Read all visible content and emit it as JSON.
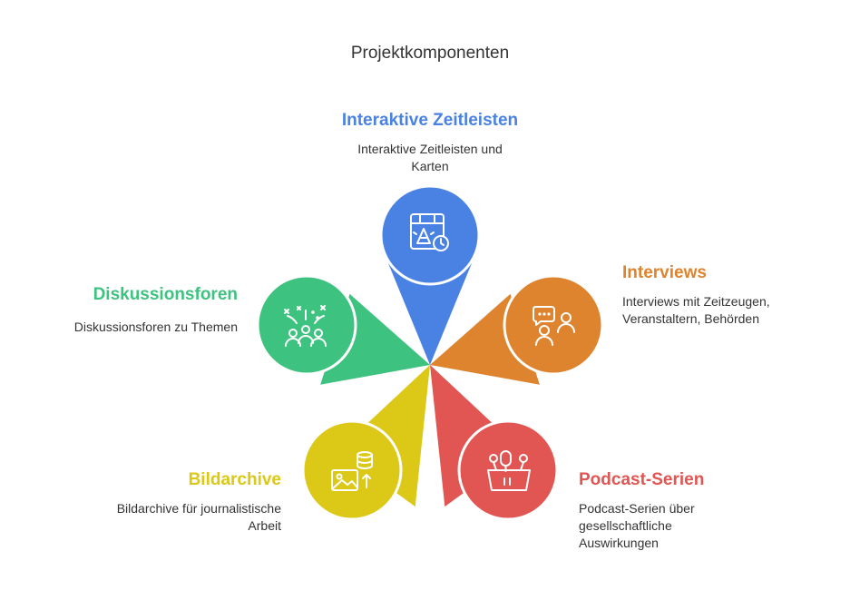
{
  "title": "Projektkomponenten",
  "components": [
    {
      "id": "timelines",
      "heading": "Interaktive Zeitleisten",
      "description": "Interaktive Zeitleisten und Karten",
      "icon": "timeline-map-clock-icon",
      "color": "#4A82E4"
    },
    {
      "id": "interviews",
      "heading": "Interviews",
      "description": "Interviews mit Zeitzeugen, Veranstaltern, Behörden",
      "icon": "speech-bubble-people-icon",
      "color": "#DE832E"
    },
    {
      "id": "podcasts",
      "heading": "Podcast-Serien",
      "description": "Podcast-Serien über gesellschaftliche Auswirkungen",
      "icon": "microphone-podium-icon",
      "color": "#E15552"
    },
    {
      "id": "image-archives",
      "heading": "Bildarchive",
      "description": "Bildarchive für journalistische Arbeit",
      "icon": "image-database-icon",
      "color": "#DCC816"
    },
    {
      "id": "forums",
      "heading": "Diskussionsforen",
      "description": "Diskussionsforen zu Themen",
      "icon": "group-discussion-icon",
      "color": "#3EC27F"
    }
  ]
}
